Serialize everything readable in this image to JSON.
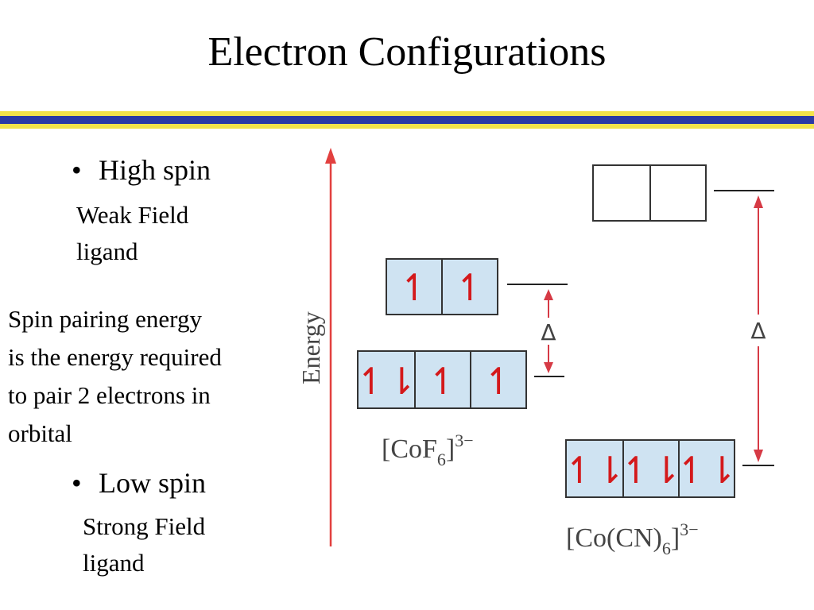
{
  "title": "Electron Configurations",
  "colors": {
    "band_yellow": "#f2e34a",
    "band_blue": "#2a3aa5",
    "orbital_fill": "#cfe3f2",
    "electron_red": "#d4191b",
    "energy_arrow": "#e2403f",
    "delta_arrow": "#d63a45"
  },
  "left": {
    "high_spin": {
      "bullet": "•",
      "label": "High spin",
      "sub1": "Weak Field",
      "sub2": "ligand"
    },
    "spin_pairing": {
      "line1": "Spin pairing energy",
      "line2": "is the energy required",
      "line3": "to pair 2 electrons in",
      "line4": "orbital"
    },
    "low_spin": {
      "bullet": "•",
      "label": "Low spin",
      "sub1": "Strong Field",
      "sub2": "ligand"
    }
  },
  "diagram": {
    "energy_label": "Energy",
    "delta_symbol": "Δ",
    "cof6": {
      "eg_electrons": [
        "↿",
        "↿"
      ],
      "t2g_electrons": [
        "↿⇂",
        "↿",
        "↿"
      ],
      "formula_prefix": "[CoF",
      "formula_sub": "6",
      "formula_close": "]",
      "formula_sup": "3−"
    },
    "cocn6": {
      "eg_electrons": [
        "",
        ""
      ],
      "t2g_electrons": [
        "↿⇂",
        "↿⇂",
        "↿⇂"
      ],
      "formula_prefix": "[Co(CN)",
      "formula_sub": "6",
      "formula_close": "]",
      "formula_sup": "3−"
    }
  }
}
